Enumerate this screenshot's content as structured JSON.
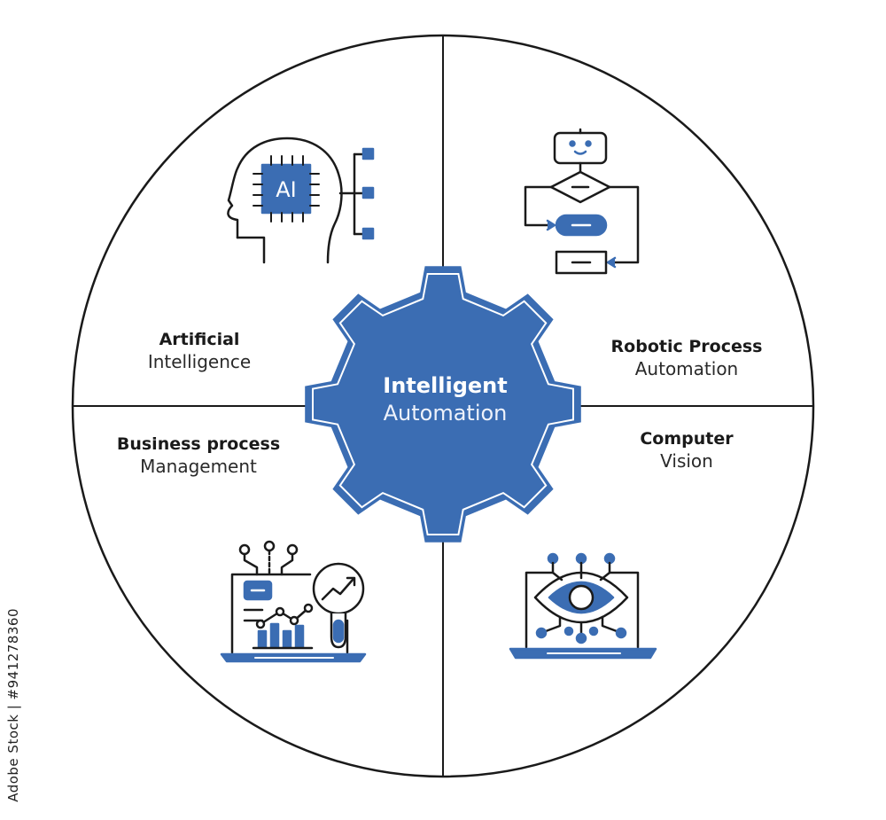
{
  "colors": {
    "accent": "#3b6db3",
    "line": "#1a1a1a",
    "background": "#ffffff"
  },
  "center": {
    "title": "Intelligent",
    "subtitle": "Automation"
  },
  "quadrants": [
    {
      "id": "ai",
      "title": "Artificial",
      "subtitle": "Intelligence",
      "icon": "ai-head-chip-icon",
      "chip_text": "AI"
    },
    {
      "id": "rpa",
      "title": "Robotic Process",
      "subtitle": "Automation",
      "icon": "robot-flowchart-icon"
    },
    {
      "id": "cv",
      "title": "Computer",
      "subtitle": "Vision",
      "icon": "eye-laptop-icon"
    },
    {
      "id": "bpm",
      "title": "Business process",
      "subtitle": "Management",
      "icon": "analytics-laptop-icon"
    }
  ],
  "watermark": "Adobe Stock | #941278360"
}
